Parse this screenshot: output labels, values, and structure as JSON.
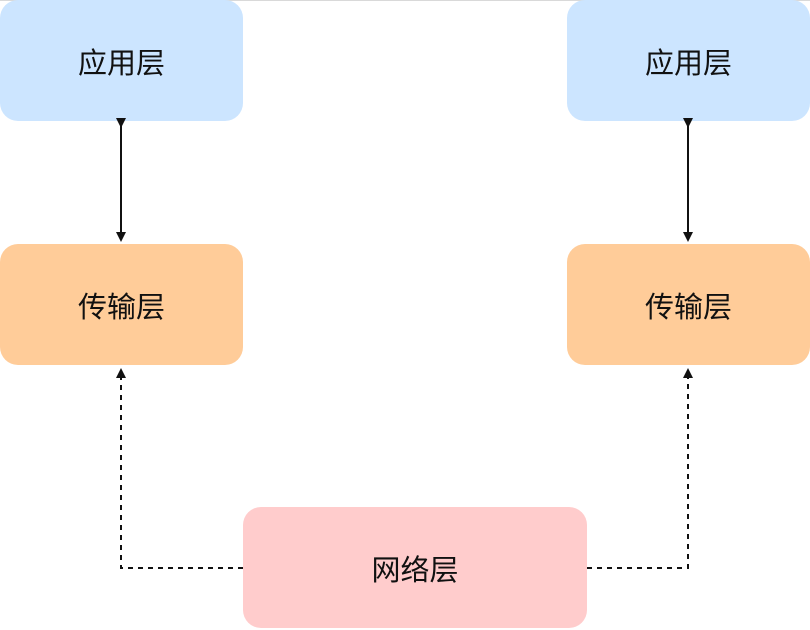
{
  "diagram": {
    "left_stack": {
      "application_layer": "应用层",
      "transport_layer": "传输层"
    },
    "right_stack": {
      "application_layer": "应用层",
      "transport_layer": "传输层"
    },
    "network_layer": "网络层"
  },
  "colors": {
    "application": "#cce5ff",
    "transport": "#ffcc99",
    "network": "#ffcccc",
    "edge": "#111111"
  }
}
